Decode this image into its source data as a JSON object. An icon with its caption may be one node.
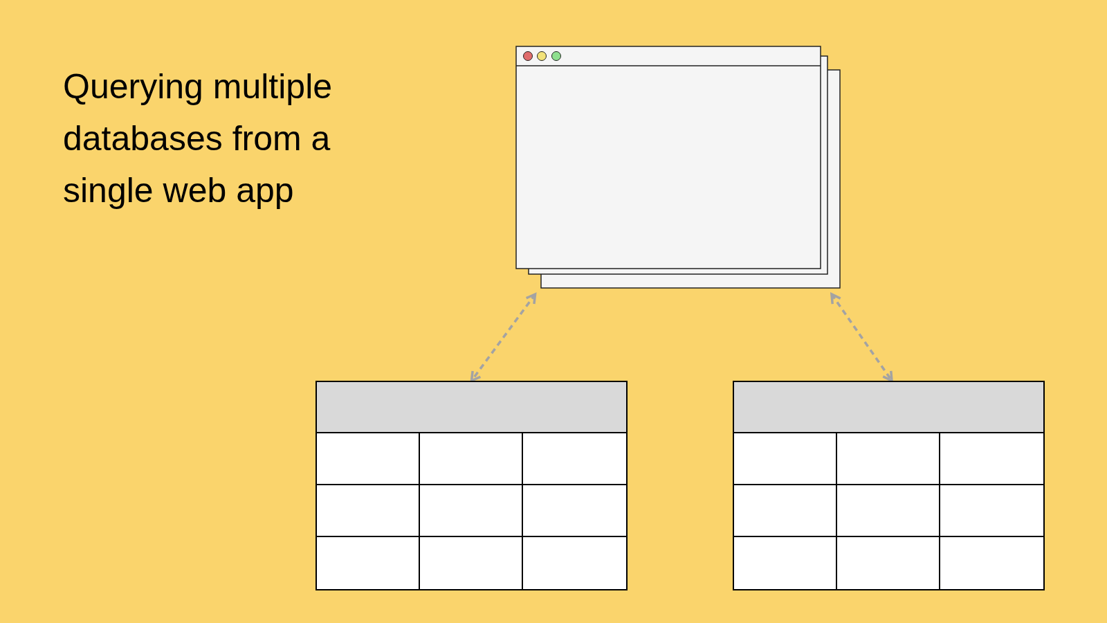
{
  "diagram": {
    "title": "Querying multiple databases from a single web app",
    "nodes": [
      {
        "text": [],
        "shape": "window"
      },
      {
        "text": [],
        "shape": "table"
      },
      {
        "text": [],
        "shape": "table"
      }
    ],
    "edges": [
      {
        "from": 0,
        "to": 1,
        "arrow": "both",
        "style": "dashed"
      },
      {
        "from": 0,
        "to": 2,
        "arrow": "both",
        "style": "dashed"
      }
    ]
  }
}
